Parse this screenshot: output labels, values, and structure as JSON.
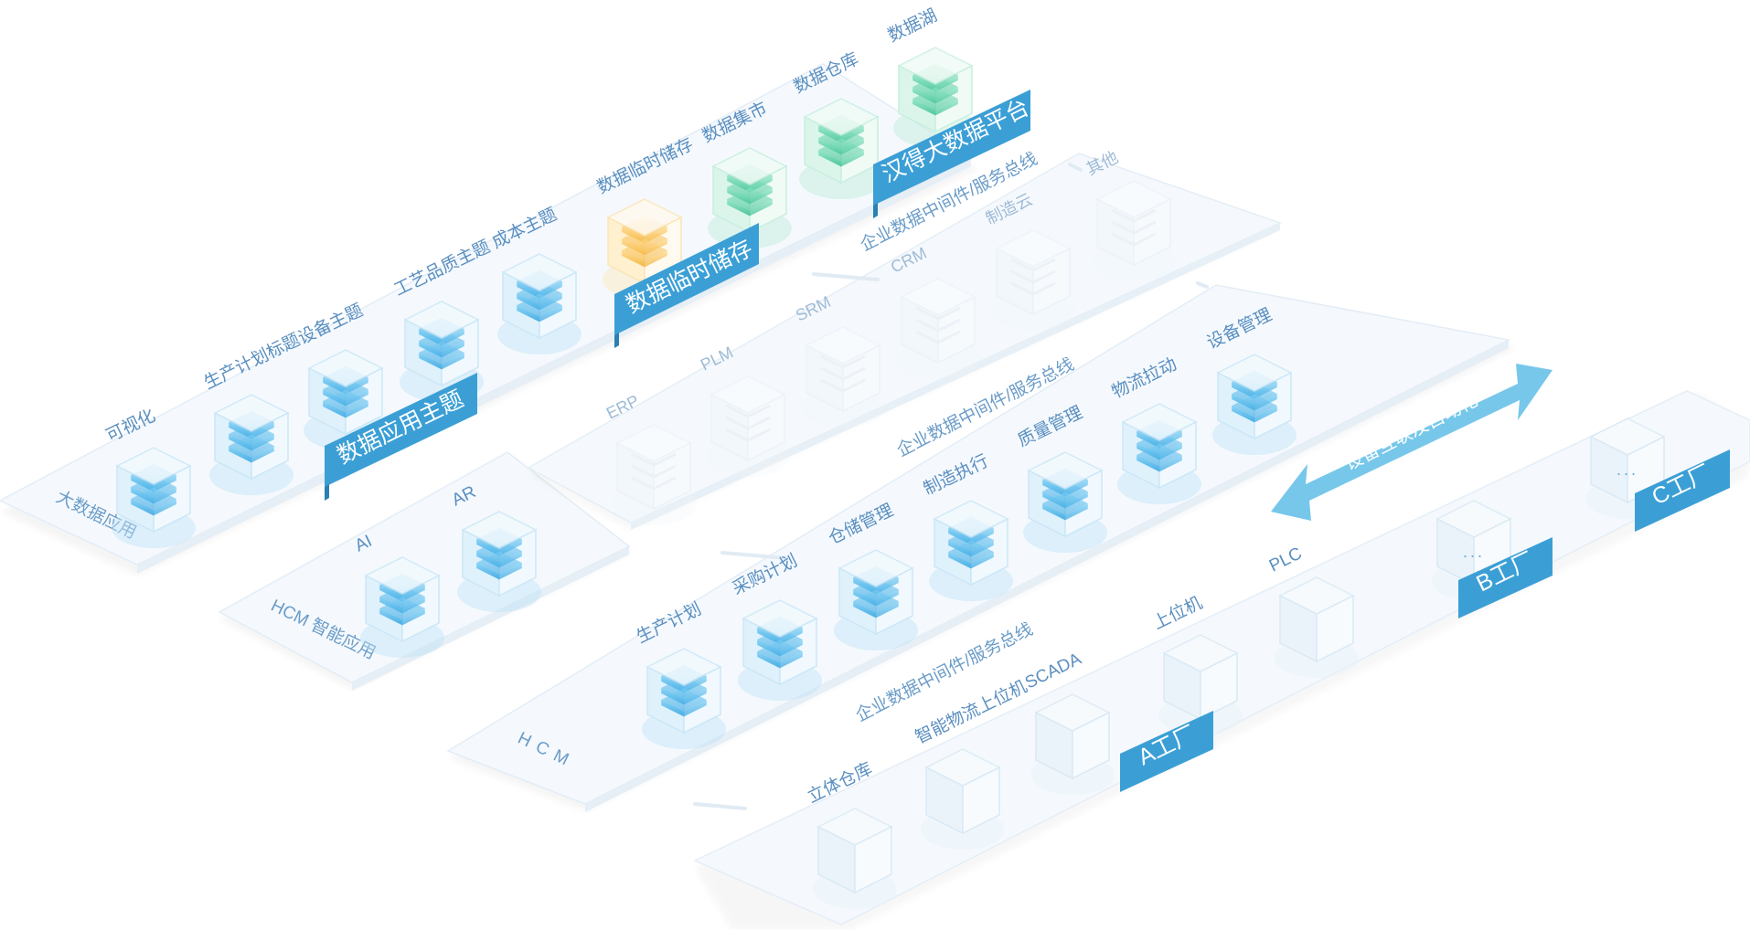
{
  "colors": {
    "accent": "#3fa9dc",
    "ribbon": "#3b9fd6",
    "cube_blue": "#56b9ea",
    "cube_green": "#5fd0a8",
    "cube_yellow": "#f6c55a",
    "platform": "#f5f9fd",
    "label": "#5a8fc0"
  },
  "ribbons": {
    "app_topic": "数据应用主题",
    "temp_storage": "数据临时储存",
    "hande_platform": "汉得大数据平台",
    "factory_a": "A工厂",
    "factory_b": "B工厂",
    "factory_c": "C工厂"
  },
  "platforms": {
    "big_data_app": "大数据应用",
    "hcm_app": "HCM 智能应用",
    "hcm": "HCM"
  },
  "buses": {
    "bus_top": "企业数据中间件/服务总线",
    "bus_mid": "企业数据中间件/服务总线",
    "bus_bottom": "企业数据中间件/服务总线"
  },
  "arrow_label": "设备互联及自动化",
  "cubes": {
    "visualization": "可视化",
    "production_plan_kpi": "生产计划标题",
    "equipment_topic": "设备主题",
    "process_quality_topic": "工艺品质主题",
    "cost_topic": "成本主题",
    "temp_store": "数据临时储存",
    "data_mart": "数据集市",
    "data_warehouse": "数据仓库",
    "data_lake": "数据湖",
    "ai": "AI",
    "ar": "AR",
    "erp": "ERP",
    "plm": "PLM",
    "srm": "SRM",
    "crm": "CRM",
    "manufacturing_cloud": "制造云",
    "others": "其他",
    "production_plan": "生产计划",
    "procurement_plan": "采购计划",
    "warehouse_mgmt": "仓储管理",
    "manufacturing_exec": "制造执行",
    "quality_mgmt": "质量管理",
    "logistics_pull": "物流拉动",
    "equipment_mgmt": "设备管理",
    "stereo_warehouse": "立体仓库",
    "smart_logistics_pc": "智能物流上位机",
    "scada": "SCADA",
    "host_pc": "上位机",
    "plc": "PLC",
    "factory_b_node": "...",
    "factory_c_node": "..."
  }
}
